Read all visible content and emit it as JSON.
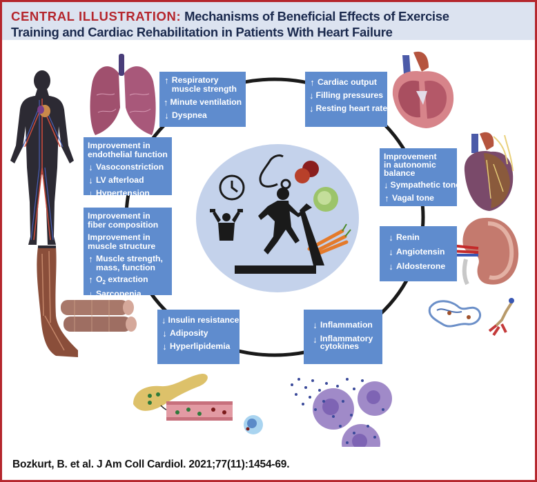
{
  "header": {
    "label": "CENTRAL ILLUSTRATION:",
    "title_line1": "Mechanisms of Beneficial Effects of Exercise",
    "title_line2": "Training and Cardiac Rehabilitation in Patients With Heart Failure"
  },
  "colors": {
    "border": "#b5262d",
    "header_bg": "#dce3f0",
    "title_text": "#1b2a4e",
    "box_bg": "#5f8cce",
    "center_circle": "#c4d2eb",
    "ring": "#1a1a1a"
  },
  "boxes": {
    "respiratory": {
      "items": [
        {
          "arrow": "up",
          "glyph": "↑",
          "text": "Respiratory muscle strength"
        },
        {
          "arrow": "up",
          "glyph": "↑",
          "text": "Minute ventilation"
        },
        {
          "arrow": "down",
          "glyph": "↓",
          "text": "Dyspnea"
        }
      ]
    },
    "cardiac": {
      "items": [
        {
          "arrow": "up",
          "glyph": "↑",
          "text": "Cardiac output"
        },
        {
          "arrow": "down",
          "glyph": "↓",
          "text": "Filling pressures"
        },
        {
          "arrow": "down",
          "glyph": "↓",
          "text": "Resting heart rate"
        }
      ]
    },
    "endothelial": {
      "heading": "Improvement in endothelial function",
      "items": [
        {
          "arrow": "down",
          "glyph": "↓",
          "text": "Vasoconstriction"
        },
        {
          "arrow": "down",
          "glyph": "↓",
          "text": "LV afterload"
        },
        {
          "arrow": "down",
          "glyph": "↓",
          "text": "Hypertension"
        }
      ]
    },
    "autonomic": {
      "heading": "Improvement in autonomic balance",
      "items": [
        {
          "arrow": "down",
          "glyph": "↓",
          "text": "Sympathetic tone"
        },
        {
          "arrow": "up",
          "glyph": "↑",
          "text": "Vagal tone"
        }
      ]
    },
    "muscle": {
      "heading1": "Improvement in fiber composition",
      "heading2": "Improvement in muscle structure",
      "items": [
        {
          "arrow": "up",
          "glyph": "↑",
          "text": "Muscle strength, mass, function"
        },
        {
          "arrow": "up",
          "glyph": "↑",
          "text_pre": "O",
          "text_sub": "2",
          "text_post": " extraction"
        },
        {
          "arrow": "down",
          "glyph": "↓",
          "text": "Sarcopenia"
        }
      ]
    },
    "raas": {
      "items": [
        {
          "arrow": "down",
          "glyph": "↓",
          "text": "Renin"
        },
        {
          "arrow": "down",
          "glyph": "↓",
          "text": "Angiotensin"
        },
        {
          "arrow": "down",
          "glyph": "↓",
          "text": "Aldosterone"
        }
      ]
    },
    "metabolic": {
      "items": [
        {
          "arrow": "down",
          "glyph": "↓",
          "text": "Insulin resistance"
        },
        {
          "arrow": "down",
          "glyph": "↓",
          "text": "Adiposity"
        },
        {
          "arrow": "down",
          "glyph": "↓",
          "text": "Hyperlipidemia"
        }
      ]
    },
    "inflammation": {
      "items": [
        {
          "arrow": "down",
          "glyph": "↓",
          "text": "Inflammation"
        },
        {
          "arrow": "down",
          "glyph": "↓",
          "text": "Inflammatory cytokines"
        }
      ]
    }
  },
  "center": {
    "icons": [
      "clock-icon",
      "stethoscope-icon",
      "apples-icon",
      "lettuce-icon",
      "carrots-icon",
      "weightlifter-icon",
      "treadmill-runner-icon"
    ]
  },
  "illustrations": [
    "lungs",
    "human-circulatory-system",
    "heart-cross-section",
    "heart-with-nerves",
    "leg-muscles",
    "muscle-fibers",
    "kidney",
    "protein-molecules",
    "pancreas-blood-vessel",
    "inflammatory-cells"
  ],
  "citation": "Bozkurt, B. et al. J Am Coll Cardiol. 2021;77(11):1454-69."
}
